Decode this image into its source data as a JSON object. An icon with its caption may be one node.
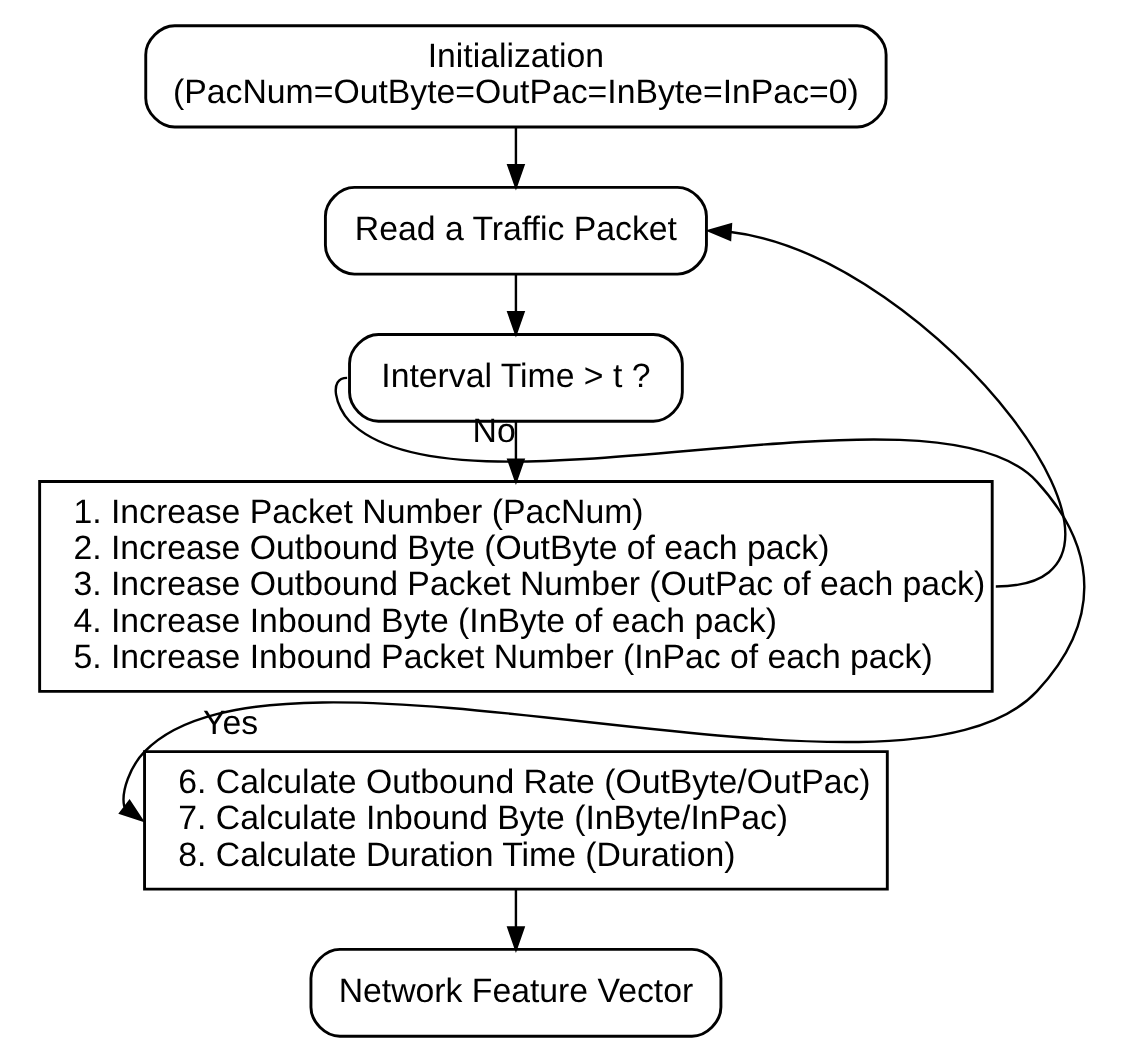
{
  "diagram": {
    "nodes": [
      {
        "text": [
          "Initialization",
          "(PacNum=OutByte=OutPac=InByte=InPac=0)"
        ]
      },
      {
        "text": [
          "Read a Traffic Packet"
        ]
      },
      {
        "text": [
          "Interval Time > t ?"
        ]
      },
      {
        "text": [
          "1. Increase Packet Number (PacNum)",
          "2. Increase Outbound Byte (OutByte of each pack)",
          "3. Increase Outbound Packet Number (OutPac of each pack)",
          "4. Increase Inbound Byte (InByte of each pack)",
          "5. Increase Inbound Packet Number (InPac of each pack)"
        ]
      },
      {
        "text": [
          "6. Calculate Outbound Rate (OutByte/OutPac)",
          "7. Calculate Inbound Byte (InByte/InPac)",
          "8. Calculate Duration Time (Duration)"
        ]
      },
      {
        "text": [
          "Network Feature Vector"
        ]
      }
    ],
    "edges": [
      {
        "from": 0,
        "to": 1,
        "arrow": "to"
      },
      {
        "from": 1,
        "to": 2,
        "arrow": "to"
      },
      {
        "from": 2,
        "to": 3,
        "label": "No",
        "arrow": "to"
      },
      {
        "from": 2,
        "to": 4,
        "label": "Yes",
        "arrow": "to"
      },
      {
        "from": 3,
        "to": 1,
        "arrow": "to"
      },
      {
        "from": 4,
        "to": 5,
        "arrow": "to"
      }
    ]
  }
}
